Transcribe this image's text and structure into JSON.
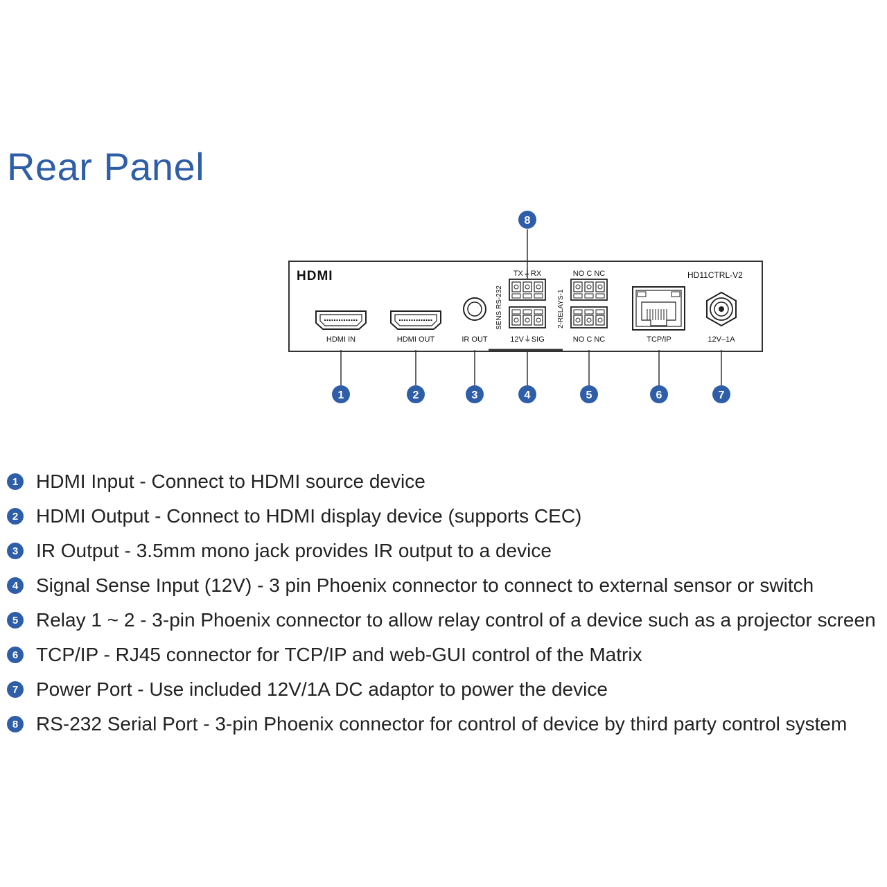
{
  "title": "Rear Panel",
  "colors": {
    "accent": "#2f5ea8",
    "line": "#333333"
  },
  "device": {
    "logo": "HDMI",
    "model": "HD11CTRL-V2",
    "labels": {
      "hdmi_in": "HDMI IN",
      "hdmi_out": "HDMI OUT",
      "ir_out": "IR OUT",
      "rs232_top": "TX⏚RX",
      "rs232_side": "SENS RS-232",
      "sense_bottom": "12V⏚SIG",
      "relay_top": "NO C NC",
      "relay_side": "2-RELAYS-1",
      "relay_bottom": "NO C NC",
      "tcpip": "TCP/IP",
      "power": "12V–1A"
    }
  },
  "callouts": [
    "1",
    "2",
    "3",
    "4",
    "5",
    "6",
    "7",
    "8"
  ],
  "legend": [
    {
      "num": "1",
      "text": "HDMI Input - Connect to HDMI source device"
    },
    {
      "num": "2",
      "text": "HDMI Output - Connect to HDMI display device (supports CEC)"
    },
    {
      "num": "3",
      "text": "IR Output - 3.5mm mono jack provides IR output to a device"
    },
    {
      "num": "4",
      "text": "Signal Sense Input (12V) - 3 pin Phoenix connector to connect to external sensor or switch"
    },
    {
      "num": "5",
      "text": "Relay 1 ~ 2 - 3-pin Phoenix connector to allow relay control of a device such as a projector screen"
    },
    {
      "num": "6",
      "text": "TCP/IP - RJ45 connector for TCP/IP and web-GUI control of the Matrix"
    },
    {
      "num": "7",
      "text": "Power Port - Use included 12V/1A DC adaptor to power the device"
    },
    {
      "num": "8",
      "text": "RS-232 Serial Port - 3-pin Phoenix connector for control of device by third party control system"
    }
  ]
}
